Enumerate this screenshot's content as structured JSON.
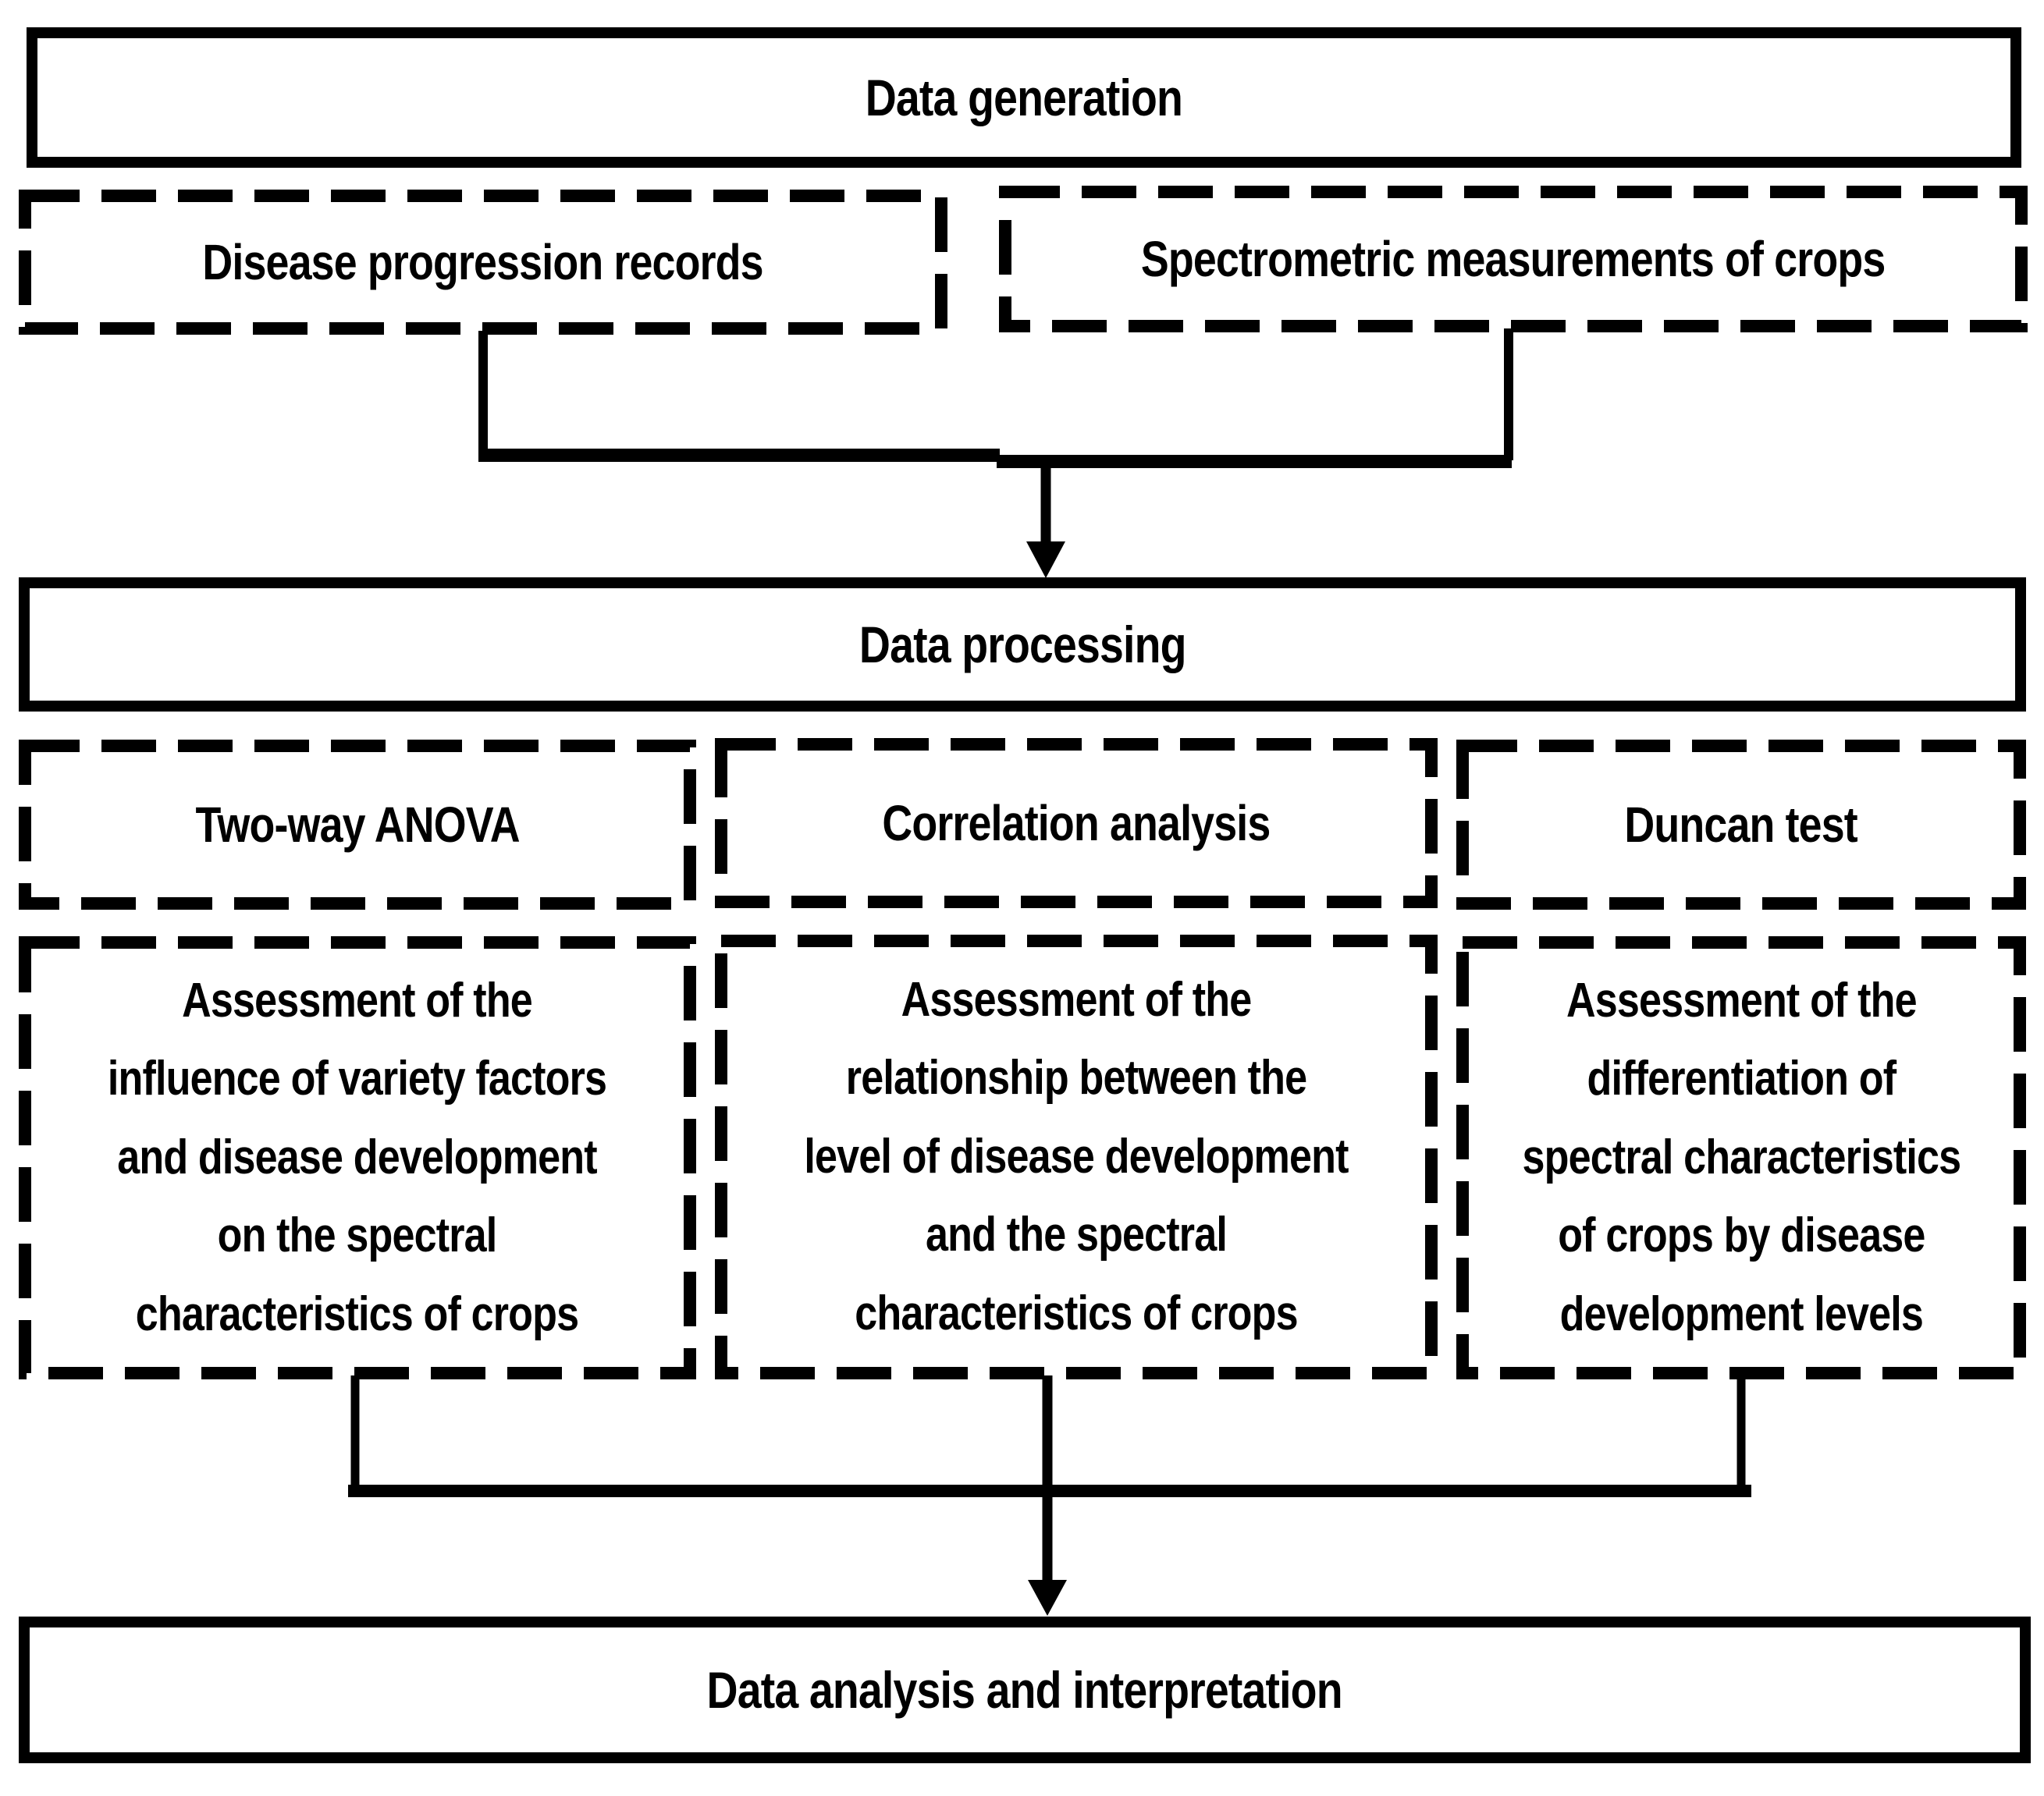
{
  "diagram": {
    "colors": {
      "ink": "#000000",
      "background": "#ffffff"
    },
    "generation": {
      "title": "Data generation",
      "sources": [
        {
          "label": "Disease progression records"
        },
        {
          "label": "Spectrometric measurements of crops"
        }
      ]
    },
    "processing": {
      "title": "Data processing",
      "methods": [
        {
          "label": "Two-way ANOVA",
          "result": "Assessment of the\ninfluence of variety factors\nand disease development\non the spectral\ncharacteristics of crops"
        },
        {
          "label": "Correlation analysis",
          "result": "Assessment of the\nrelationship between the\nlevel of disease development\nand the spectral\ncharacteristics of crops"
        },
        {
          "label": "Duncan test",
          "result": "Assessment of the\ndifferentiation of\nspectral characteristics\nof crops by disease\ndevelopment levels"
        }
      ]
    },
    "analysis": {
      "title": "Data analysis and interpretation"
    }
  }
}
